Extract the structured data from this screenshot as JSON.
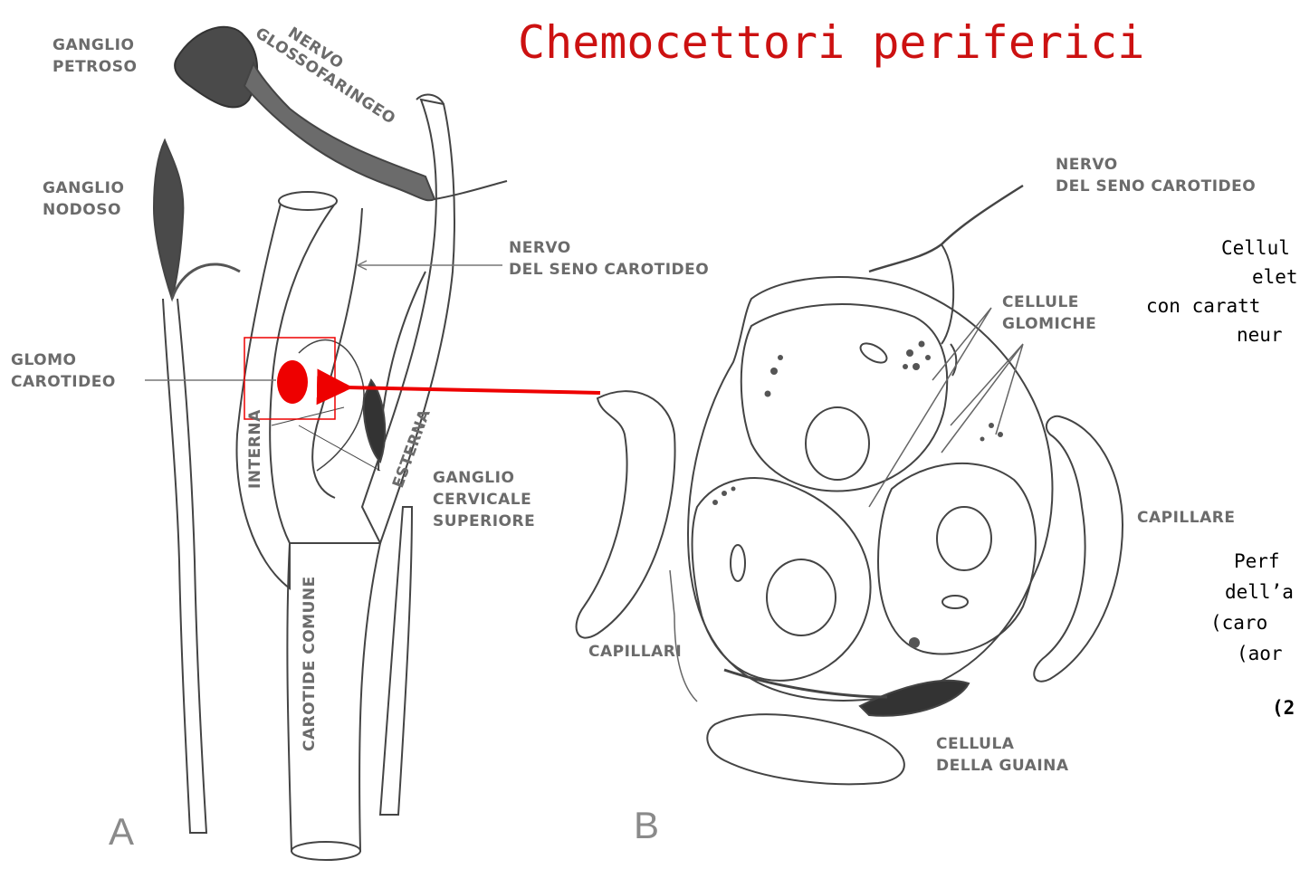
{
  "title": "Chemocettori periferici",
  "panel_a": {
    "letter": "A",
    "ganglio_petroso": [
      "GANGLIO",
      "PETROSO"
    ],
    "nervo_glosso": [
      "NERVO",
      "GLOSSOFARINGEO"
    ],
    "ganglio_nodoso": [
      "GANGLIO",
      "NODOSO"
    ],
    "nervo_seno": [
      "NERVO",
      "DEL SENO CAROTIDEO"
    ],
    "glomo": [
      "GLOMO",
      "CAROTIDEO"
    ],
    "interna": "INTERNA",
    "esterna": "ESTERNA",
    "ganglio_cervicale": [
      "GANGLIO",
      "CERVICALE",
      "SUPERIORE"
    ],
    "carotide_comune": "CAROTIDE COMUNE"
  },
  "panel_b": {
    "letter": "B",
    "nervo_seno": [
      "NERVO",
      "DEL SENO CAROTIDEO"
    ],
    "cellule_glomiche": [
      "CELLULE",
      "GLOMICHE"
    ],
    "capillare": "CAPILLARE",
    "capillari": "CAPILLARI",
    "cellula_guaina": [
      "CELLULA",
      "DELLA GUAINA"
    ]
  },
  "side_text": {
    "line1": "Cellul",
    "line2": "elet",
    "line3": "con caratt",
    "line4": "neur",
    "p1": "Perf",
    "p2": "dell’a",
    "p3": "(caro",
    "p4": "(aor",
    "p5": "(2"
  },
  "colors": {
    "title": "#cc1111",
    "highlight": "#ee0000",
    "label": "#6b6b6b"
  }
}
